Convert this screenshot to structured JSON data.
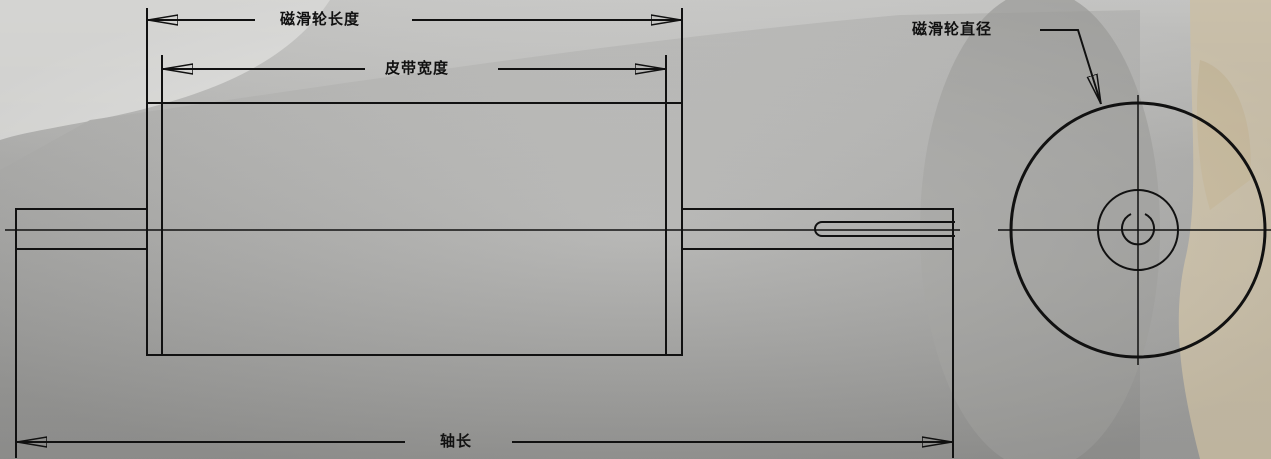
{
  "labels": {
    "roller_length": "磁滑轮长度",
    "belt_width": "皮带宽度",
    "roller_diameter": "磁滑轮直径",
    "shaft_length": "轴长"
  },
  "colors": {
    "line": "#111111",
    "background_gray": "#b4b4b2",
    "bearing_cream": "#e2d3b4"
  }
}
